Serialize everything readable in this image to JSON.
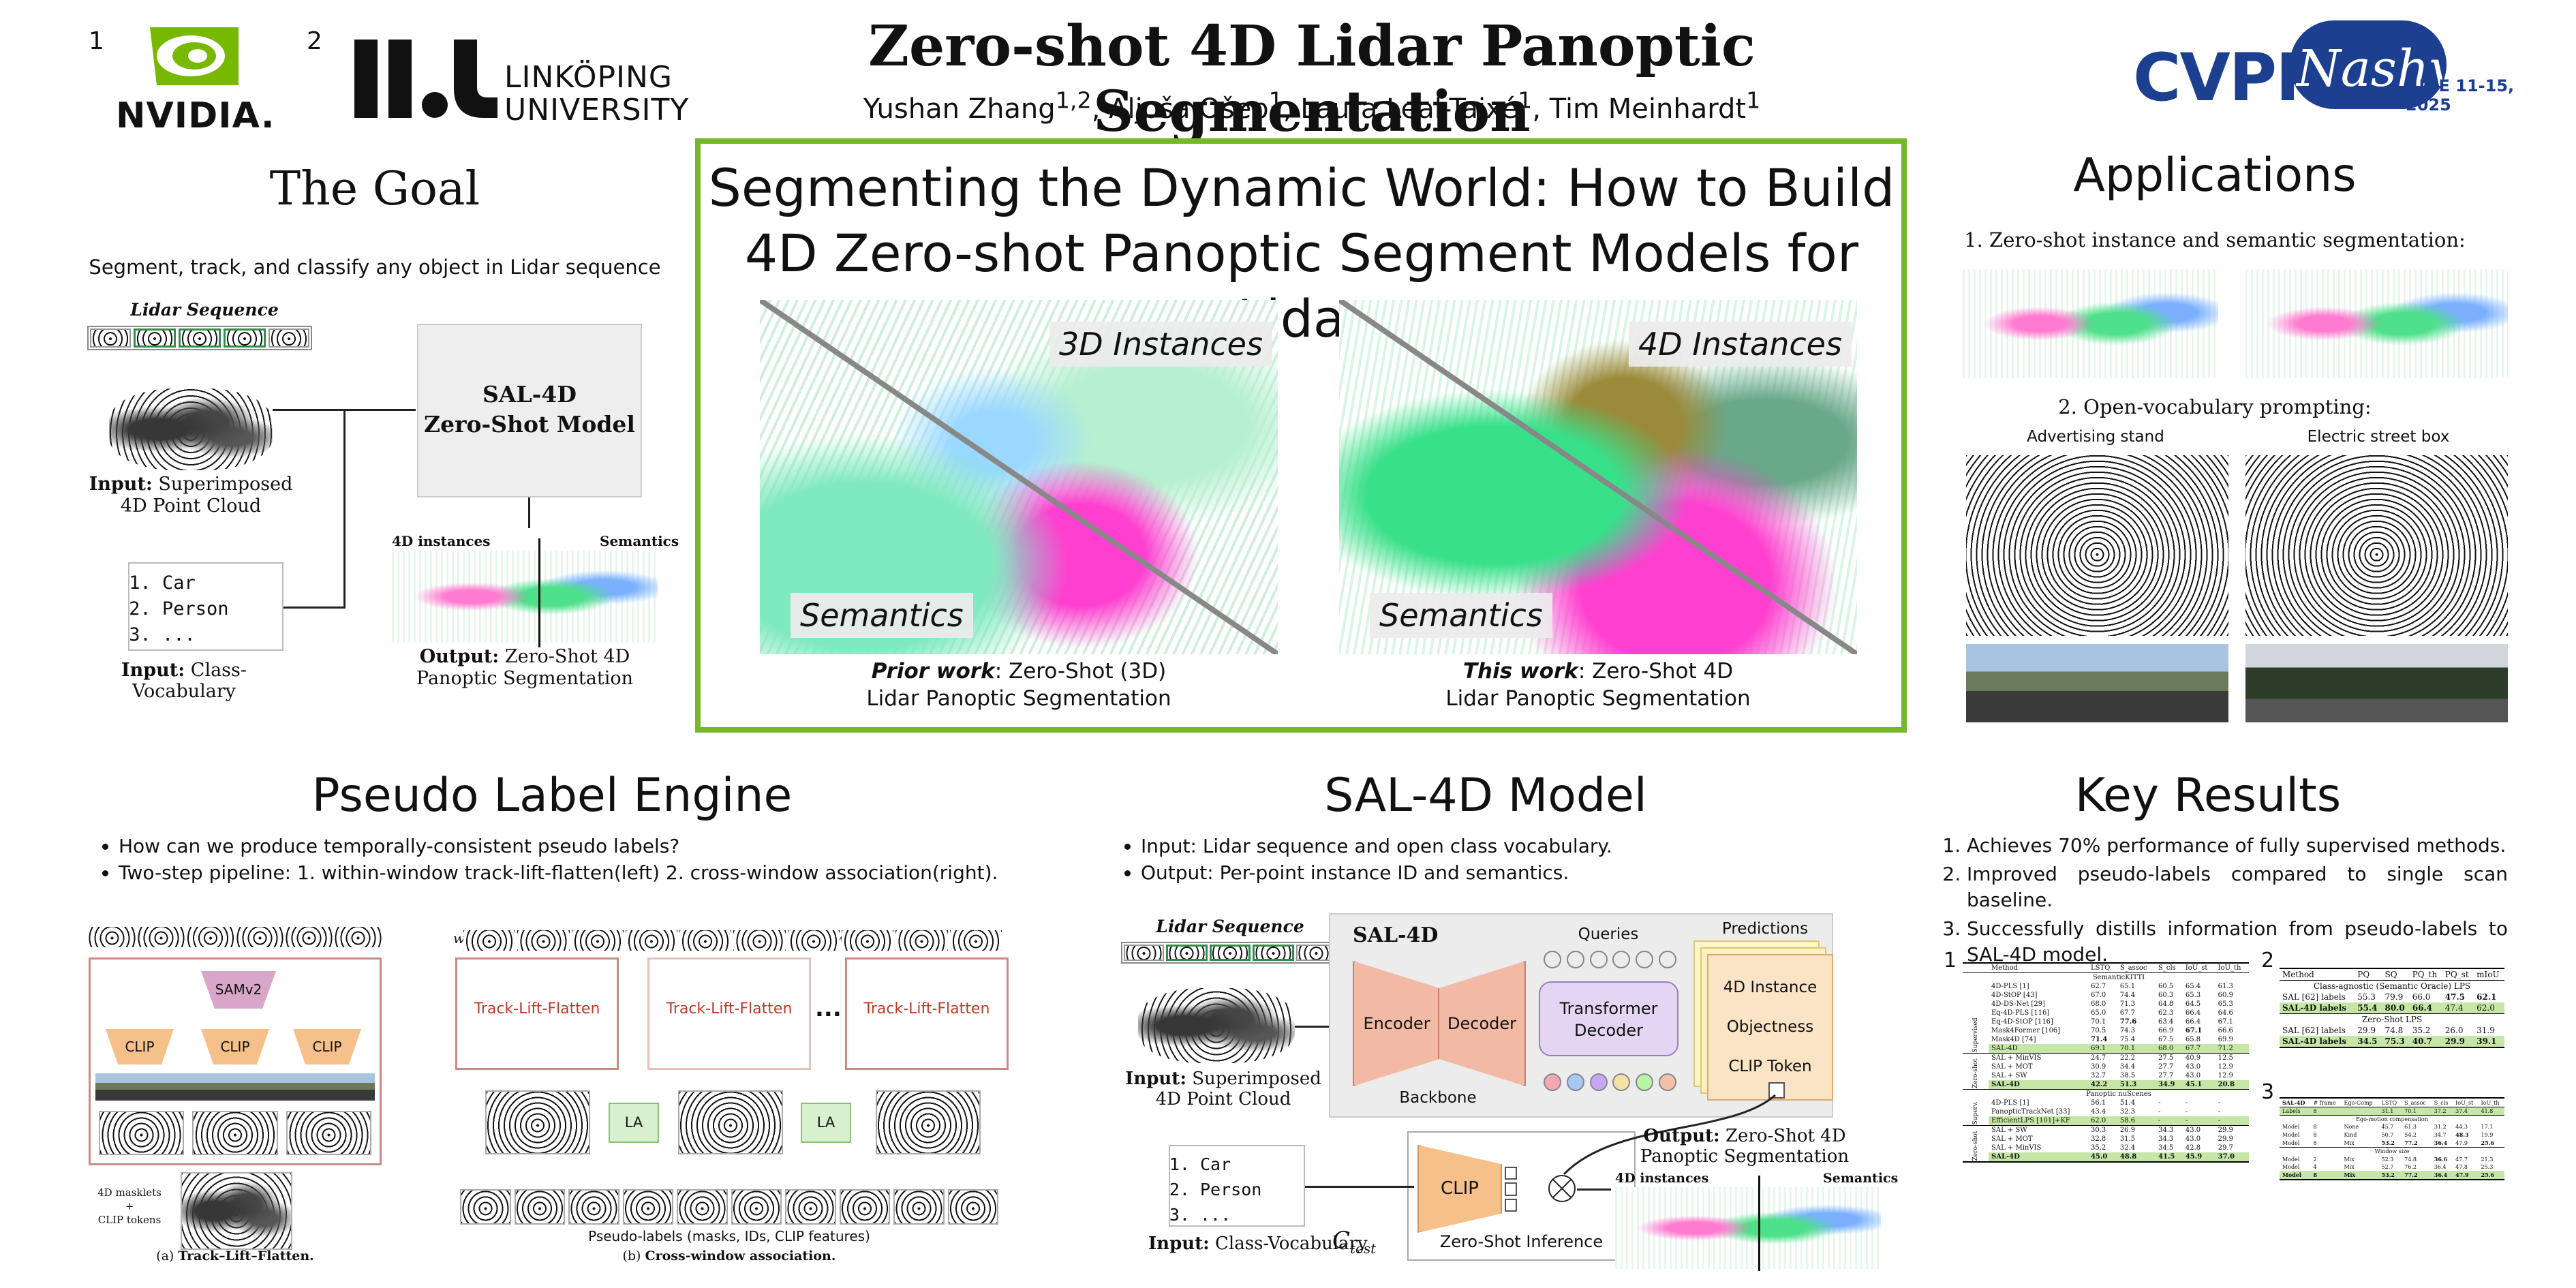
{
  "header": {
    "title": "Zero-shot 4D Lidar Panoptic Segmentation",
    "authors": [
      {
        "name": "Yushan Zhang",
        "sup": "1,2"
      },
      {
        "name": "Aljoša Ošep",
        "sup": "1"
      },
      {
        "name": "Laura Leal-Taixé",
        "sup": "1"
      },
      {
        "name": "Tim Meinhardt",
        "sup": "1"
      }
    ],
    "aff1_num": "1",
    "aff2_num": "2",
    "nvidia_logo": "NVIDIA.",
    "liu_logo_line1": "LINKÖPING",
    "liu_logo_line2": "UNIVERSITY",
    "cvpr_logo": "CVPR",
    "cvpr_script": "Nashville",
    "cvpr_dates": "JUNE 11-15, 2025"
  },
  "goal": {
    "heading": "The Goal",
    "subtitle": "Segment, track, and classify any object in Lidar sequence",
    "lidar_seq_label": "Lidar Sequence",
    "input_pc_bold": "Input:",
    "input_pc_text": "Superimposed 4D Point Cloud",
    "model_line1": "SAL-4D",
    "model_line2": "Zero-Shot Model",
    "vocab": [
      "Car",
      "Person",
      "..."
    ],
    "input_vocab_bold": "Input:",
    "input_vocab_text": "Class-Vocabulary",
    "out_left_label": "4D instances",
    "out_right_label": "Semantics",
    "output_bold": "Output:",
    "output_text": "Zero-Shot 4D Panoptic Segmentation"
  },
  "center": {
    "heading_line1": "Segmenting the Dynamic World: How to Build",
    "heading_line2": "4D Zero-shot Panoptic Segment Models for Lidar",
    "left_tag_top": "3D Instances",
    "left_tag_bottom": "Semantics",
    "right_tag_top": "4D Instances",
    "right_tag_bottom": "Semantics",
    "left_caption_bold": "Prior work",
    "left_caption_rest": ": Zero-Shot (3D)",
    "left_caption_line2": "Lidar Panoptic Segmentation",
    "right_caption_bold": "This work",
    "right_caption_rest": ": Zero-Shot 4D",
    "right_caption_line2": "Lidar Panoptic Segmentation",
    "frame_color": "#76b82a"
  },
  "applications": {
    "heading": "Applications",
    "item1": "1. Zero-shot instance and semantic segmentation:",
    "item2": "2. Open-vocabulary prompting:",
    "prompt_left": "Advertising stand",
    "prompt_right": "Electric street box"
  },
  "pseudo": {
    "heading": "Pseudo Label Engine",
    "bullets": [
      "How can we produce temporally-consistent pseudo labels?",
      "Two-step pipeline: 1. within-window track-lift-flatten(left) 2. cross-window association(right)."
    ],
    "sam": "SAMv2",
    "clip": "CLIP",
    "masklets_line1": "4D masklets",
    "masklets_line2": "+",
    "masklets_line3": "CLIP tokens",
    "cap_a_pre": "(a) ",
    "cap_a_bold": "Track–Lift–Flatten.",
    "tlf": "Track-Lift-Flatten",
    "dots": "...",
    "la": "LA",
    "w1": "w",
    "w1_sub": "1",
    "w2": "w",
    "w2_sub": "2",
    "wk": "w",
    "wk_sub": "k",
    "pseudo_caption": "Pseudo-labels (masks, IDs, CLIP features)",
    "cap_b_pre": "(b) ",
    "cap_b_bold": "Cross-window association."
  },
  "sal": {
    "heading": "SAL-4D Model",
    "bullets": [
      "Input: Lidar sequence and open class vocabulary.",
      "Output: Per-point instance ID and semantics."
    ],
    "lidar_seq_label": "Lidar Sequence",
    "input_pc_bold": "Input:",
    "input_pc_text": "Superimposed 4D Point Cloud",
    "sal_label": "SAL-4D",
    "encoder": "Encoder",
    "decoder": "Decoder",
    "backbone": "Backbone",
    "queries": "Queries",
    "transformer_line1": "Transformer",
    "transformer_line2": "Decoder",
    "predictions": "Predictions",
    "pred_items": [
      "4D Instance",
      "Objectness",
      "CLIP Token"
    ],
    "vocab": [
      "Car",
      "Person",
      "..."
    ],
    "input_vocab_bold": "Input:",
    "input_vocab_text": "Class-Vocabulary",
    "ctest": "C",
    "ctest_sub": "test",
    "clip": "CLIP",
    "zsi": "Zero-Shot Inference",
    "output_bold": "Output:",
    "output_text": "Zero-Shot 4D Panoptic Segmentation",
    "out_left_label": "4D instances",
    "out_right_label": "Semantics"
  },
  "key": {
    "heading": "Key Results",
    "items": [
      "Achieves 70% performance of fully supervised methods.",
      "Improved pseudo-labels compared to single scan baseline.",
      "Successfully distills information from pseudo-labels to SAL-4D model."
    ],
    "t1_num": "1",
    "t2_num": "2",
    "t3_num": "3",
    "table1": {
      "header": [
        "Method",
        "LSTQ",
        "S_assoc",
        "S_cls",
        "IoU_st",
        "IoU_th"
      ],
      "group1": "SemanticKITTI",
      "side1": "Supervised",
      "rows1": [
        [
          "4D-PLS [1]",
          "62.7",
          "65.1",
          "60.5",
          "65.4",
          "61.3"
        ],
        [
          "4D-StOP [43]",
          "67.0",
          "74.4",
          "60.3",
          "65.3",
          "60.9"
        ],
        [
          "4D-DS-Net [29]",
          "68.0",
          "71.3",
          "64.8",
          "64.5",
          "65.3"
        ],
        [
          "Eq-4D-PLS [116]",
          "65.0",
          "67.7",
          "62.3",
          "66.4",
          "64.6"
        ],
        [
          "Eq-4D-StOP [116]",
          "70.1",
          "77.6",
          "63.4",
          "66.4",
          "67.1"
        ],
        [
          "Mask4Former [106]",
          "70.5",
          "74.3",
          "66.9",
          "67.1",
          "66.6"
        ],
        [
          "Mask4D [74]",
          "71.4",
          "75.4",
          "67.5",
          "65.8",
          "69.9"
        ]
      ],
      "hl1": [
        "SAL-4D",
        "69.1",
        "70.1",
        "68.0",
        "67.7",
        "71.2"
      ],
      "side2": "Zero-shot",
      "rows2": [
        [
          "SAL + MinVIS",
          "24.7",
          "22.2",
          "27.5",
          "40.9",
          "12.5"
        ],
        [
          "SAL + MOT",
          "30.9",
          "34.4",
          "27.7",
          "43.0",
          "12.9"
        ],
        [
          "SAL + SW",
          "32.7",
          "38.5",
          "27.7",
          "43.0",
          "12.9"
        ]
      ],
      "hl2": [
        "SAL-4D",
        "42.2",
        "51.3",
        "34.9",
        "45.1",
        "20.8"
      ],
      "group2": "Panoptic nuScenes",
      "side3": "Superv.",
      "rows3": [
        [
          "4D-PLS [1]",
          "56.1",
          "51.4",
          "-",
          "-",
          "-"
        ],
        [
          "PanopticTrackNet [33]",
          "43.4",
          "32.3",
          "-",
          "-",
          "-"
        ]
      ],
      "hl3": [
        "EfficientLPS [101]+KF",
        "62.0",
        "58.6",
        "-",
        "-",
        "-"
      ],
      "side4": "Zero-shot",
      "rows4": [
        [
          "SAL + SW",
          "30.3",
          "26.9",
          "34.3",
          "43.0",
          "29.9"
        ],
        [
          "SAL + MOT",
          "32.8",
          "31.5",
          "34.3",
          "43.0",
          "29.9"
        ],
        [
          "SAL + MinVIS",
          "35.2",
          "32.4",
          "34.5",
          "42.8",
          "29.7"
        ]
      ],
      "hl4": [
        "SAL-4D",
        "45.0",
        "48.8",
        "41.5",
        "45.9",
        "37.0"
      ]
    },
    "table2": {
      "header": [
        "Method",
        "PQ",
        "SQ",
        "PQ_th",
        "PQ_st",
        "mIoU"
      ],
      "group1": "Class-agnostic (Semantic Oracle) LPS",
      "row1": [
        "SAL [62] labels",
        "55.3",
        "79.9",
        "66.0",
        "47.5",
        "62.1"
      ],
      "hl1": [
        "SAL-4D labels",
        "55.4",
        "80.0",
        "66.4",
        "47.4",
        "62.0"
      ],
      "group2": "Zero-Shot LPS",
      "row2": [
        "SAL [62] labels",
        "29.9",
        "74.8",
        "35.2",
        "26.0",
        "31.9"
      ],
      "hl2": [
        "SAL-4D labels",
        "34.5",
        "75.3",
        "40.7",
        "29.9",
        "39.1"
      ]
    },
    "table3": {
      "header": [
        "SAL-4D",
        "# frame",
        "Ego-Comp",
        "LSTQ",
        "S_assoc",
        "S_cls",
        "IoU_st",
        "IoU_th"
      ],
      "hl0": [
        "Labels",
        "8",
        "",
        "31.1",
        "70.1",
        "37.2",
        "37.4",
        "41.8"
      ],
      "group1": "Ego-motion compensation",
      "rows1": [
        [
          "Model",
          "8",
          "None",
          "45.7",
          "61.3",
          "31.2",
          "44.3",
          "17.1"
        ],
        [
          "Model",
          "8",
          "Kind",
          "50.7",
          "54.2",
          "34.7",
          "48.3",
          "19.9"
        ],
        [
          "Model",
          "8",
          "Mix",
          "53.2",
          "77.2",
          "36.4",
          "47.9",
          "25.6"
        ]
      ],
      "group2": "Window size",
      "rows2": [
        [
          "Model",
          "2",
          "Mix",
          "52.3",
          "74.8",
          "36.6",
          "47.7",
          "21.3"
        ],
        [
          "Model",
          "4",
          "Mix",
          "52.7",
          "76.2",
          "36.4",
          "47.8",
          "25.3"
        ]
      ],
      "hl2": [
        "Model",
        "8",
        "Mix",
        "53.2",
        "77.2",
        "36.4",
        "47.9",
        "25.6"
      ]
    }
  }
}
